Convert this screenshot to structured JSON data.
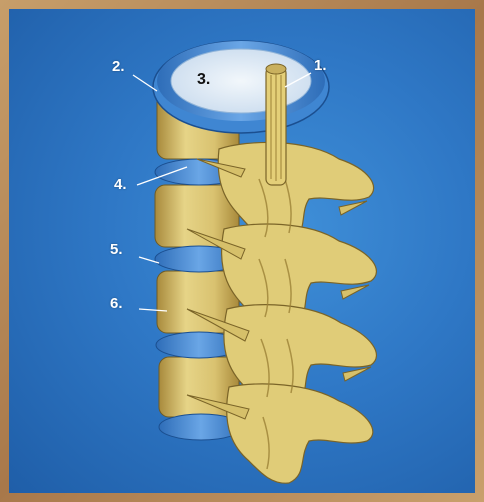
{
  "figure": {
    "labels": [
      {
        "id": "1",
        "text": "1."
      },
      {
        "id": "2",
        "text": "2."
      },
      {
        "id": "3",
        "text": "3."
      },
      {
        "id": "4",
        "text": "4."
      },
      {
        "id": "5",
        "text": "5."
      },
      {
        "id": "6",
        "text": "6."
      }
    ]
  },
  "colors": {
    "background_blue": "#2f78c6",
    "frame_tan": "#b9905f",
    "bone": "#e2cf7c",
    "bone_shadow": "#b89a45",
    "disc_blue": "#4d8fd6",
    "disc_center": "#dbe8f4"
  }
}
